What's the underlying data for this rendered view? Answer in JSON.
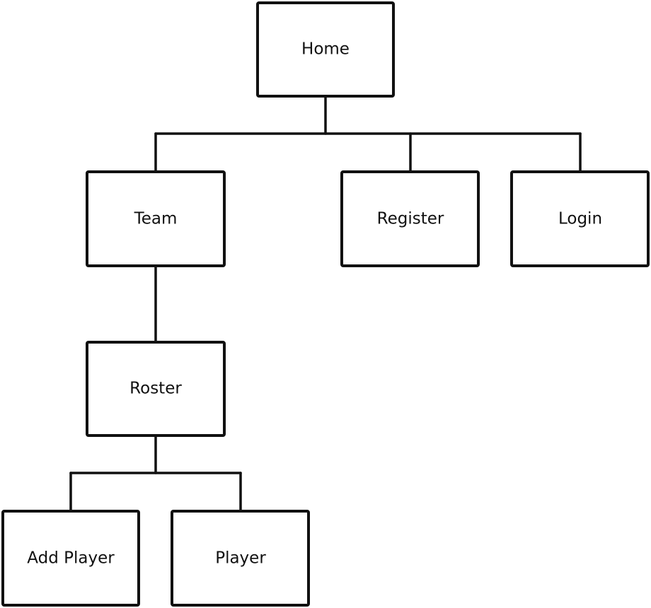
{
  "diagram": {
    "type": "sitemap-tree",
    "nodes": {
      "home": {
        "label": "Home"
      },
      "team": {
        "label": "Team"
      },
      "register": {
        "label": "Register"
      },
      "login": {
        "label": "Login"
      },
      "roster": {
        "label": "Roster"
      },
      "add_player": {
        "label": "Add Player"
      },
      "player": {
        "label": "Player"
      }
    },
    "edges": [
      {
        "from": "home",
        "to": "team"
      },
      {
        "from": "home",
        "to": "register"
      },
      {
        "from": "home",
        "to": "login"
      },
      {
        "from": "team",
        "to": "roster"
      },
      {
        "from": "roster",
        "to": "add_player"
      },
      {
        "from": "roster",
        "to": "player"
      }
    ]
  }
}
